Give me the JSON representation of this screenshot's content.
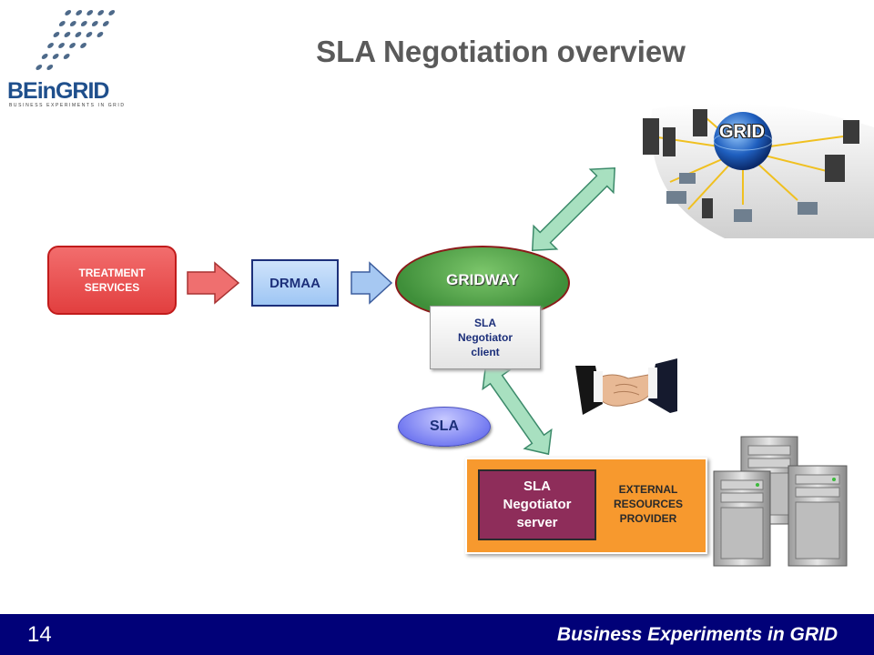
{
  "title": "SLA Negotiation overview",
  "logo": {
    "name": "BEinGRID",
    "tagline": "BUSINESS EXPERIMENTS IN GRID"
  },
  "nodes": {
    "treatment_line1": "TREATMENT",
    "treatment_line2": "SERVICES",
    "drmaa": "DRMAA",
    "gridway": "GRIDWAY",
    "client_line1": "SLA",
    "client_line2": "Negotiator",
    "client_line3": "client",
    "grid": "GRID",
    "sla": "SLA",
    "server_line1": "SLA",
    "server_line2": "Negotiator",
    "server_line3": "server",
    "ext_line1": "EXTERNAL",
    "ext_line2": "RESOURCES",
    "ext_line3": "PROVIDER"
  },
  "footer": {
    "page": "14",
    "text": "Business Experiments in GRID"
  },
  "colors": {
    "treatment": "#e23f3f",
    "drmaa": "#9ec6f4",
    "gridway": "#3f8f3a",
    "sla": "#6f76f0",
    "provider": "#f7992e",
    "server": "#8e2d5a",
    "footer": "#010178",
    "arrow_green": "#a8e0c0"
  }
}
